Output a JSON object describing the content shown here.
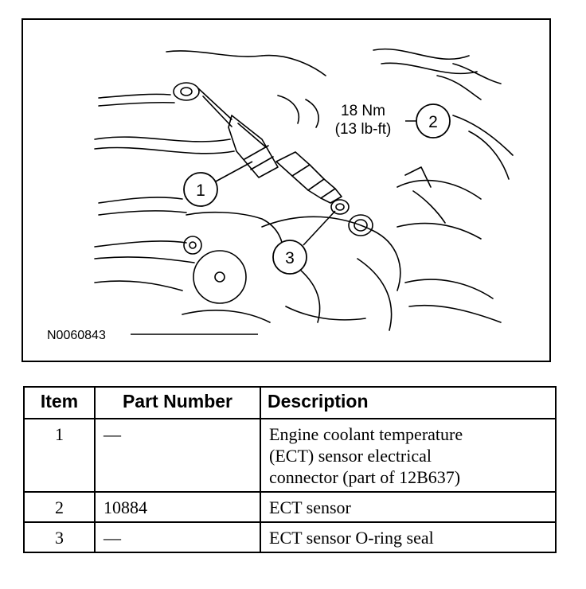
{
  "figure": {
    "torque_label_line1": "18 Nm",
    "torque_label_line2": "(13 lb-ft)",
    "callouts": [
      "1",
      "2",
      "3"
    ],
    "figure_id": "N0060843"
  },
  "table": {
    "headers": {
      "item": "Item",
      "part_number": "Part Number",
      "description": "Description"
    },
    "rows": [
      {
        "item": "1",
        "part_number": "—",
        "description_lines": [
          "Engine coolant temperature",
          "(ECT) sensor electrical",
          "connector (part of 12B637)"
        ]
      },
      {
        "item": "2",
        "part_number": "10884",
        "description_lines": [
          "ECT sensor"
        ]
      },
      {
        "item": "3",
        "part_number": "—",
        "description_lines": [
          "ECT sensor O-ring seal"
        ]
      }
    ]
  }
}
